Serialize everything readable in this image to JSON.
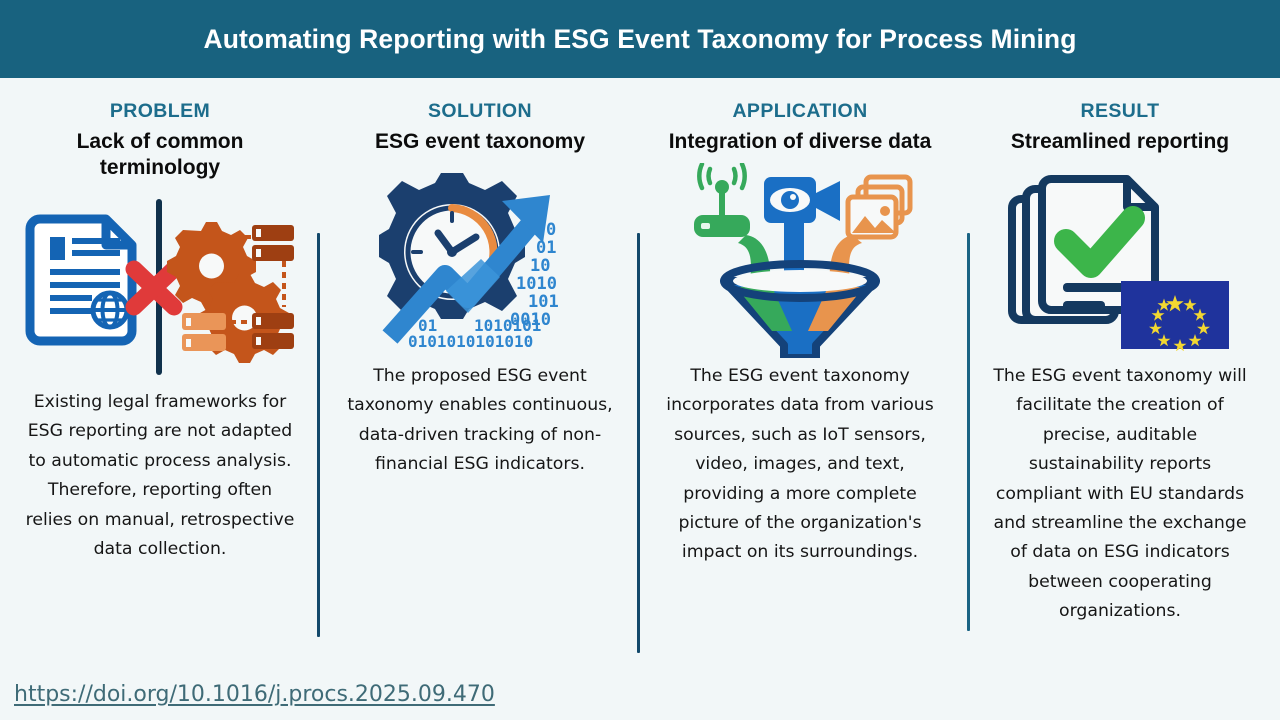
{
  "header": {
    "title": "Automating Reporting with ESG Event Taxonomy for Process Mining",
    "background_color": "#18627F",
    "text_color": "#FFFFFF"
  },
  "page": {
    "background_color": "#F2F7F8",
    "kicker_color": "#1D6D8C",
    "divider_color": "#13496B"
  },
  "columns": [
    {
      "kicker": "PROBLEM",
      "headline": "Lack of common terminology",
      "illustration": "document-x-gears-database-icon",
      "body": "Existing legal frameworks for ESG reporting are not adapted to automatic process analysis. Therefore, reporting often relies on manual, retrospective data collection."
    },
    {
      "kicker": "SOLUTION",
      "headline": "ESG event taxonomy",
      "illustration": "gear-clock-growth-arrow-binary-icon",
      "body": "The proposed ESG event taxonomy enables continuous, data-driven tracking of non-financial ESG indicators."
    },
    {
      "kicker": "APPLICATION",
      "headline": "Integration of diverse data",
      "illustration": "funnel-iot-video-images-icon",
      "body": "The ESG event taxonomy incorporates data from various sources, such as IoT sensors, video, images, and text, providing a more complete picture of the organization's impact on its surroundings."
    },
    {
      "kicker": "RESULT",
      "headline": "Streamlined reporting",
      "illustration": "document-checkmark-eu-flag-icon",
      "body": "The ESG event taxonomy will facilitate the creation of precise, auditable sustainability reports compliant with EU standards and streamline the exchange of data on ESG indicators between cooperating organizations."
    }
  ],
  "footer": {
    "doi_link": "https://doi.org/10.1016/j.procs.2025.09.470",
    "doi_link_color": "#3F6B77"
  }
}
